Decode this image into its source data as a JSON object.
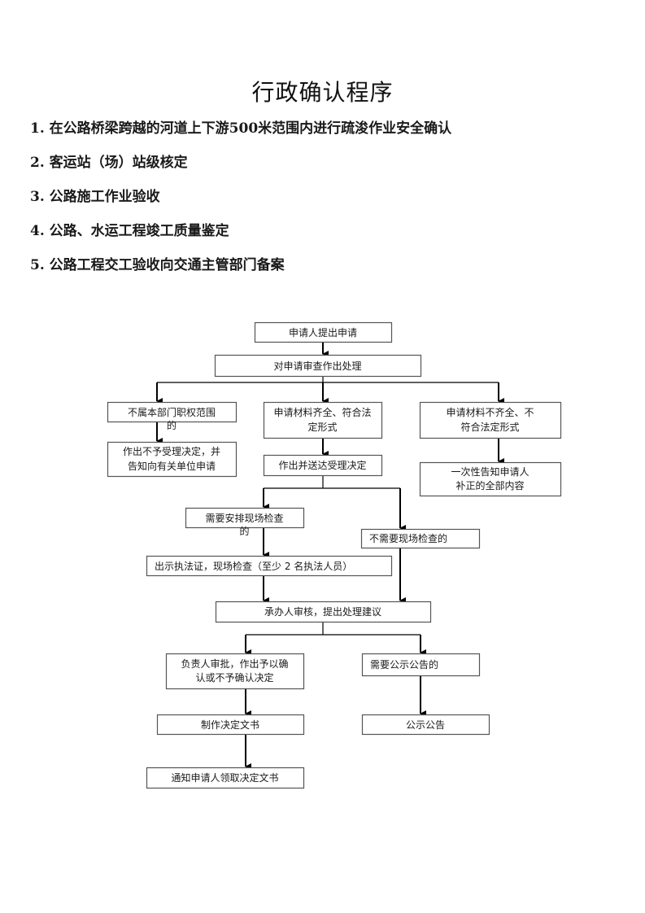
{
  "title": "行政确认程序",
  "items": [
    "1. 在公路桥梁跨越的河道上下游500米范围内进行疏浚作业安全确认",
    "2. 客运站（场）站级核定",
    "3. 公路施工作业验收",
    "4. 公路、水运工程竣工质量鉴定",
    "5. 公路工程交工验收向交通主管部门备案"
  ],
  "flowchart": {
    "nodes": {
      "apply": [
        "申请人提出申请"
      ],
      "review": [
        "对申请审查作出处理"
      ],
      "out_of_scope": [
        "不属本部门职权范围",
        "的"
      ],
      "complete": [
        "申请材料齐全、符合法",
        "定形式"
      ],
      "incomplete": [
        "申请材料不齐全、不",
        "符合法定形式"
      ],
      "reject": [
        "作出不予受理决定，并",
        "告知向有关单位申请"
      ],
      "accept": [
        "作出并送达受理决定"
      ],
      "notify_once": [
        "一次性告知申请人",
        "补正的全部内容"
      ],
      "need_inspection": [
        "需要安排现场检查",
        "的"
      ],
      "no_inspection": [
        "不需要现场检查的"
      ],
      "inspect": [
        "出示执法证，现场检查（至少 2 名执法人员）"
      ],
      "handler_review": [
        "承办人审核，提出处理建议"
      ],
      "approve": [
        "负责人审批，作出予以确",
        "认或不予确认决定"
      ],
      "need_notice": [
        "需要公示公告的"
      ],
      "make_doc": [
        "制作决定文书"
      ],
      "publish": [
        "公示公告"
      ],
      "notify_collect": [
        "通知申请人领取决定文书"
      ]
    }
  }
}
